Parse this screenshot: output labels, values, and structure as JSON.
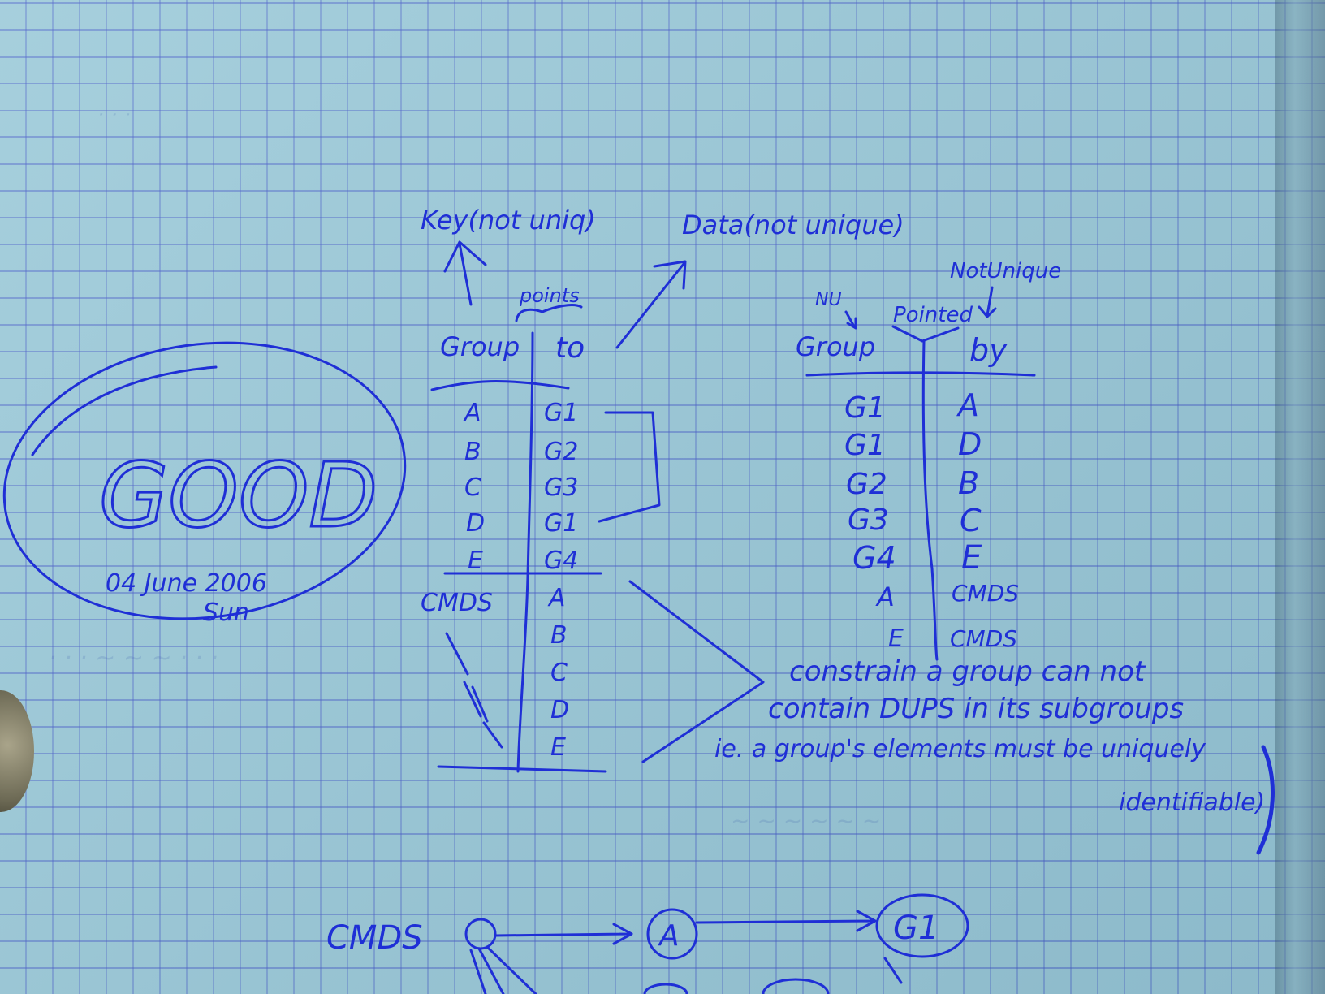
{
  "notes": {
    "left_table": {
      "header_key": "Key(not uniq)",
      "header_data": "Data(not unique)",
      "annotation_points": "points",
      "col1_header": "Group",
      "col2_header": "to",
      "rows": [
        {
          "group": "A",
          "to": "G1"
        },
        {
          "group": "B",
          "to": "G2"
        },
        {
          "group": "C",
          "to": "G3"
        },
        {
          "group": "D",
          "to": "G1"
        },
        {
          "group": "E",
          "to": "G4"
        }
      ],
      "cmds_label": "CMDS",
      "cmds_members": [
        "A",
        "B",
        "C",
        "D",
        "E"
      ]
    },
    "right_table": {
      "annotation_nu": "NU",
      "annotation_not_unique": "NotUnique",
      "annotation_pointed": "Pointed",
      "col1_header": "Group",
      "col2_header": "by",
      "rows": [
        {
          "group": "G1",
          "by": "A"
        },
        {
          "group": "G1",
          "by": "D"
        },
        {
          "group": "G2",
          "by": "B"
        },
        {
          "group": "G3",
          "by": "C"
        },
        {
          "group": "G4",
          "by": "E"
        },
        {
          "group": "A",
          "by": "CMDS"
        },
        {
          "group": "E",
          "by": "CMDS"
        }
      ]
    },
    "constraint": {
      "line1": "constrain a group can not",
      "line2": "contain DUPS in its subgroups",
      "line3": "ie. a group's elements must be uniquely",
      "line4": "identifiable)"
    },
    "stamp": {
      "word": "GOOD",
      "date": "04 June 2006",
      "day": "Sun"
    },
    "graph": {
      "root": "CMDS",
      "node1": "A",
      "node2": "G1"
    }
  }
}
